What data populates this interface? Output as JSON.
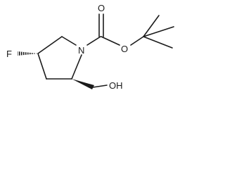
{
  "atoms": {
    "fluorine": "F",
    "nitrogen": "N",
    "carbonyl_oxygen": "O",
    "ester_oxygen": "O",
    "hydroxyl": "OH"
  },
  "colors": {
    "ink": "#1a1a1a",
    "background": "#ffffff"
  }
}
